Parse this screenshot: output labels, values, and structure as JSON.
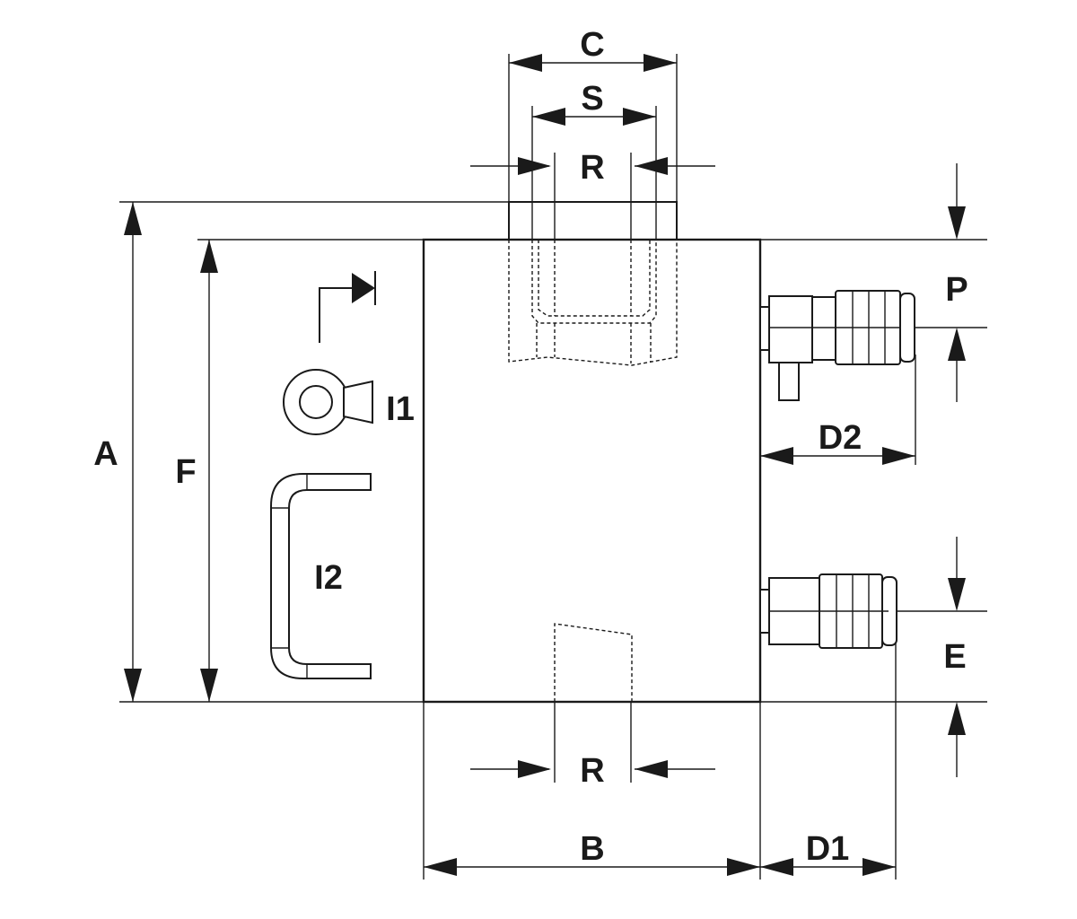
{
  "labels": {
    "A": "A",
    "B": "B",
    "C": "C",
    "S": "S",
    "R_top": "R",
    "R_bottom": "R",
    "F": "F",
    "P": "P",
    "E": "E",
    "D1": "D1",
    "D2": "D2",
    "I1": "I1",
    "I2": "I2"
  },
  "colors": {
    "line": "#1a1a1a",
    "background": "#ffffff"
  }
}
